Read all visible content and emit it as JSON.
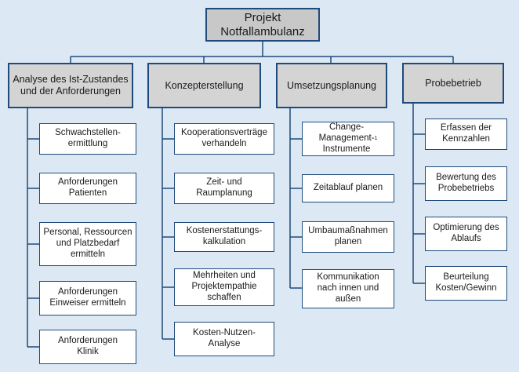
{
  "root": {
    "title": "Projekt\nNotfallambulanz"
  },
  "columns": [
    {
      "heading": "Analyse des Ist-Zustandes\nund der Anforderungen",
      "items": [
        "Schwachstellen-\nermittlung",
        "Anforderungen\nPatienten",
        "Personal, Ressourcen\nund Platzbedarf\nermitteln",
        "Anforderungen\nEinweiser ermitteln",
        "Anforderungen\nKlinik"
      ]
    },
    {
      "heading": "Konzepterstellung",
      "items": [
        "Kooperationsverträge\nverhandeln",
        "Zeit- und\nRaumplanung",
        "Kostenerstattungs-\nkalkulation",
        "Mehrheiten und\nProjektempathie\nschaffen",
        "Kosten-Nutzen-\nAnalyse"
      ]
    },
    {
      "heading": "Umsetzungsplanung",
      "items": [
        "Change-\nManagement-\nInstrumente",
        "Zeitablauf planen",
        "Umbaumaßnahmen\nplanen",
        "Kommunikation\nnach innen und\naußen"
      ],
      "footnote_marker": "1"
    },
    {
      "heading": "Probebetrieb",
      "items": [
        "Erfassen der\nKennzahlen",
        "Bewertung des\nProbebetriebs",
        "Optimierung des\nAblaufs",
        "Beurteilung\nKosten/Gewinn"
      ]
    }
  ]
}
